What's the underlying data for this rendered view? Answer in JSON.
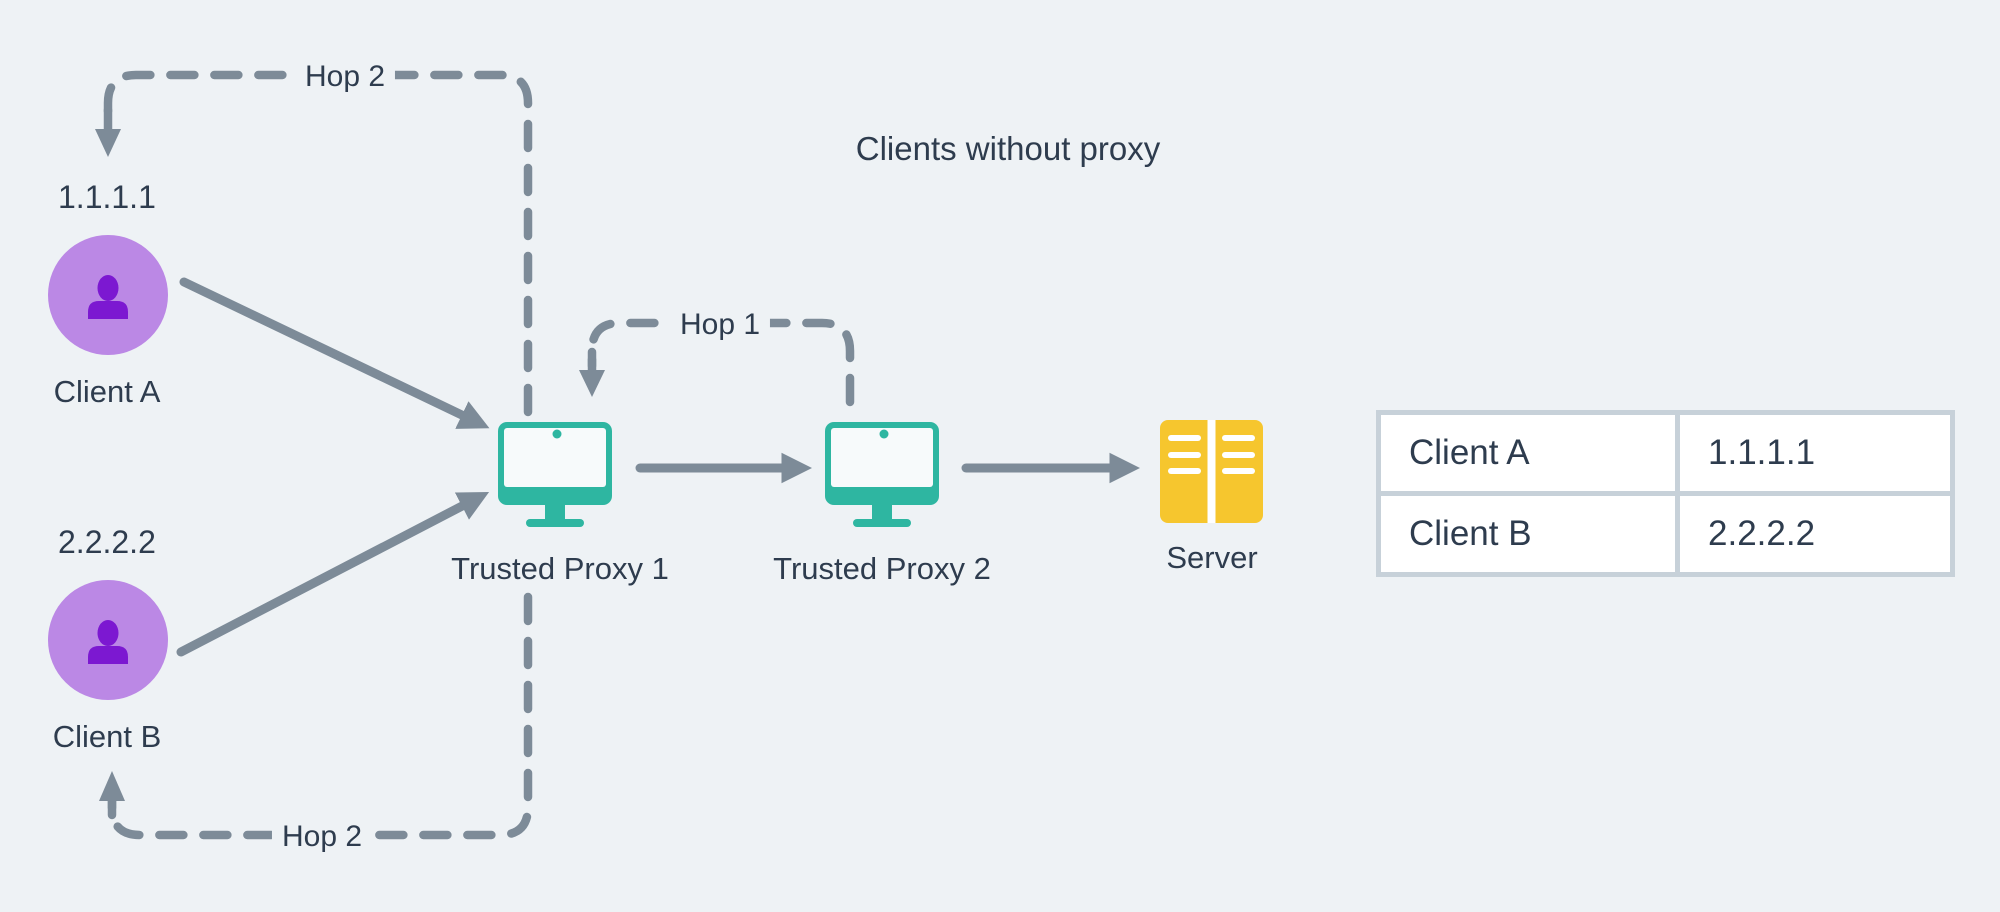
{
  "title": "Clients without proxy",
  "nodes": {
    "client_a": {
      "label": "Client A",
      "ip": "1.1.1.1"
    },
    "client_b": {
      "label": "Client B",
      "ip": "2.2.2.2"
    },
    "proxy_1": {
      "label": "Trusted Proxy 1"
    },
    "proxy_2": {
      "label": "Trusted Proxy 2"
    },
    "server": {
      "label": "Server"
    }
  },
  "hop_labels": {
    "client_a_return": "Hop 2",
    "proxy_return": "Hop 1",
    "client_b_return": "Hop 2"
  },
  "ip_table": {
    "rows": [
      {
        "client": "Client A",
        "ip": "1.1.1.1"
      },
      {
        "client": "Client B",
        "ip": "2.2.2.2"
      }
    ]
  },
  "colors": {
    "background": "#eef2f5",
    "text": "#2e3c4e",
    "connector_gray": "#7d8b98",
    "client_circle": "#bb88e5",
    "client_glyph": "#7c18d1",
    "proxy_teal": "#2eb6a1",
    "server_yellow": "#f6c62e",
    "table_border": "#c7d1d9",
    "table_cell_bg": "#ffffff"
  }
}
